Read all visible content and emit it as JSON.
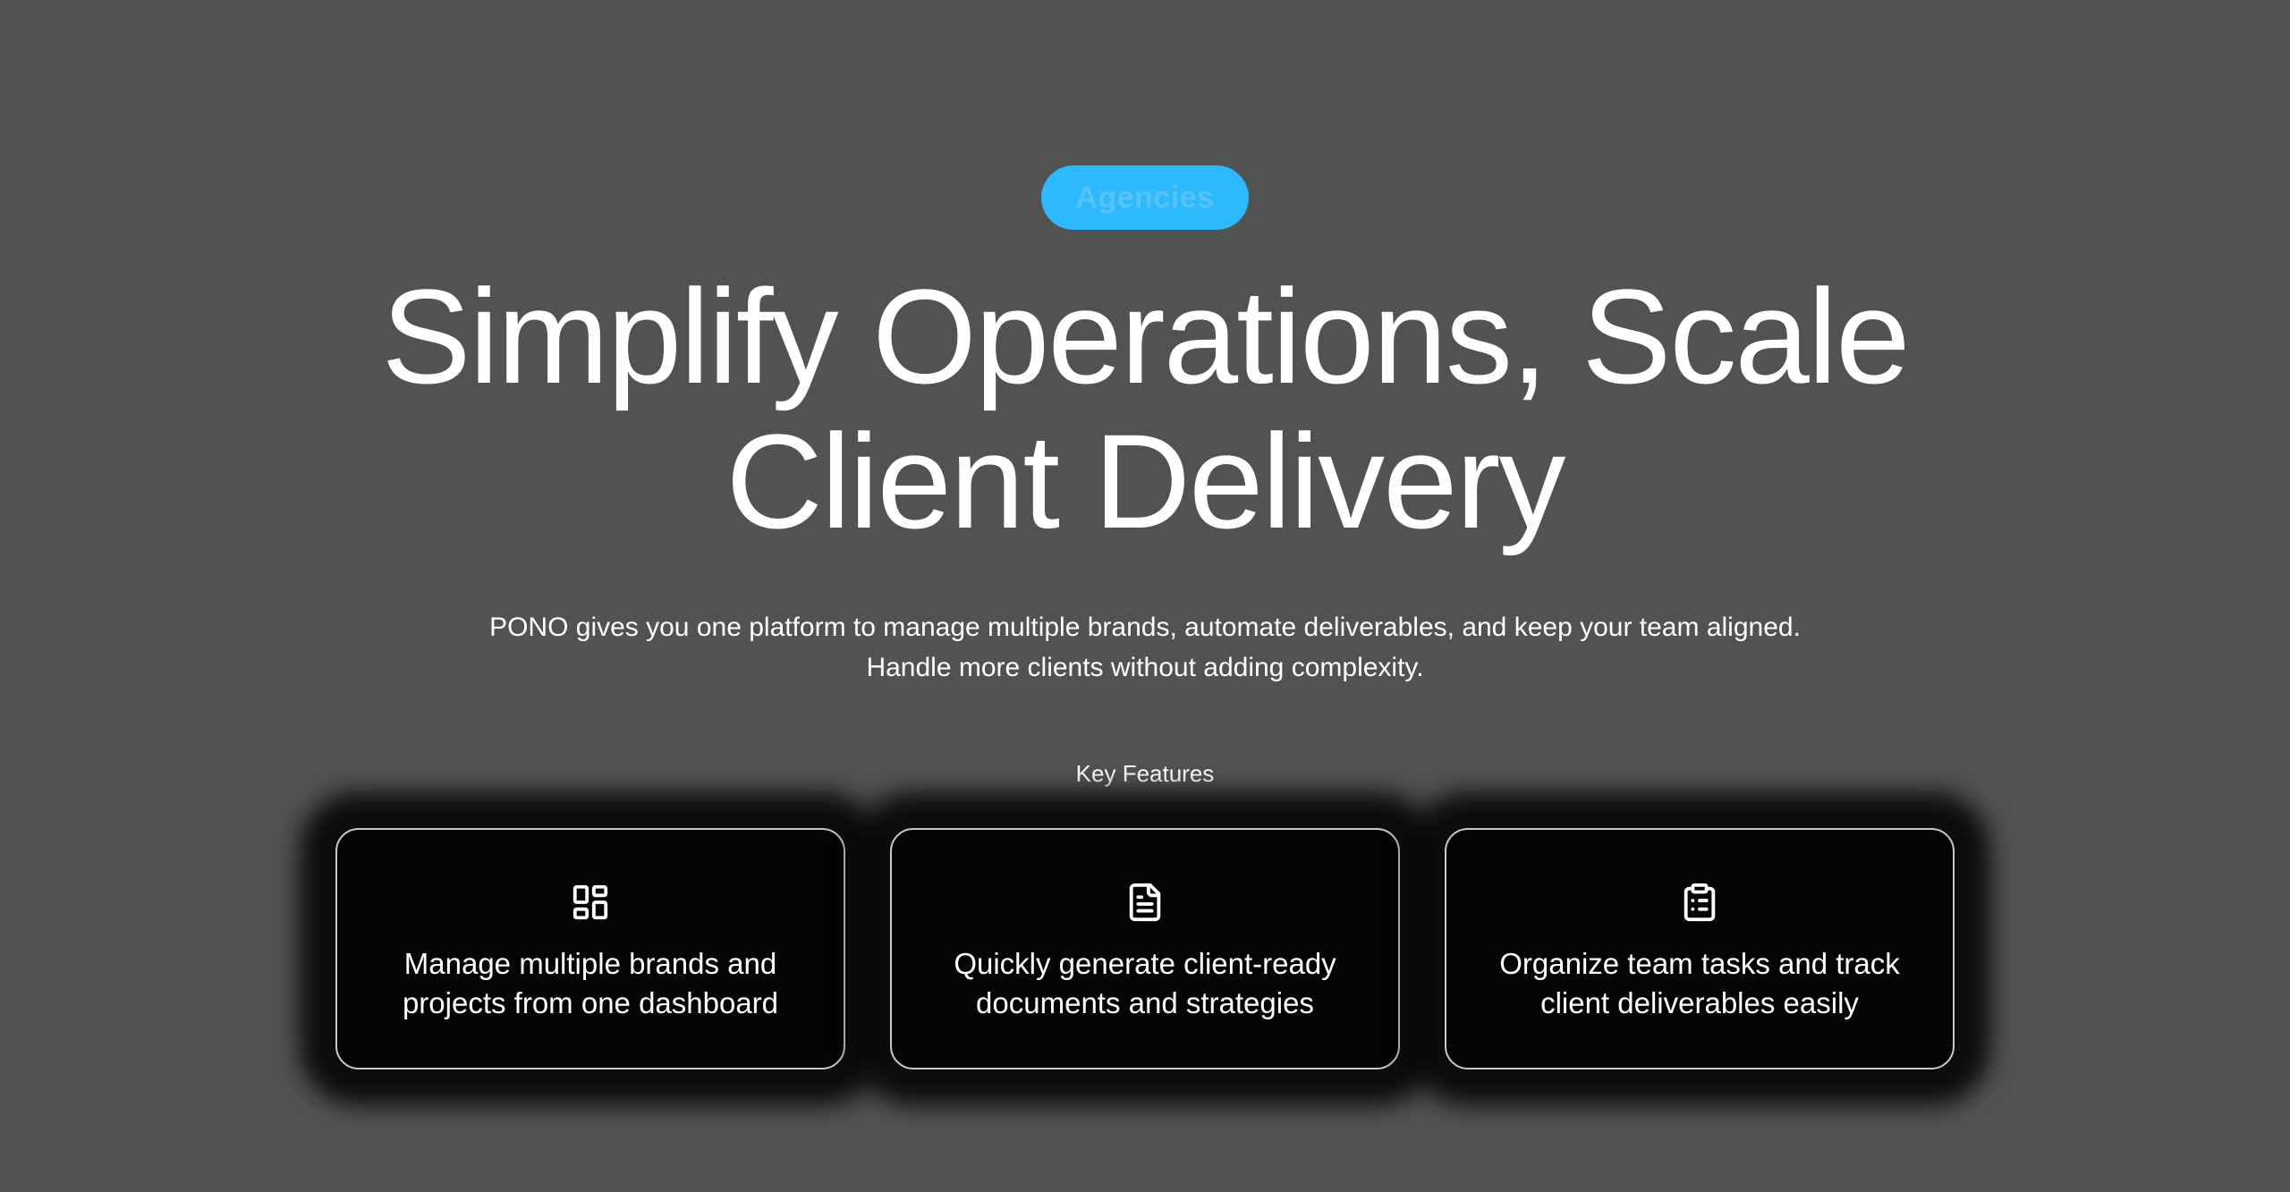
{
  "colors": {
    "page_bg": "#515353",
    "accent": "#2eb8fd",
    "accent_text": "#57c3fb",
    "text": "#ffffff",
    "card_bg": "#040404",
    "card_border": "#c9c9c9"
  },
  "hero": {
    "badge_label": "Agencies",
    "title_line1": "Simplify Operations, Scale",
    "title_line2": "Client Delivery",
    "subtitle_line1": "PONO gives you one platform to manage multiple brands, automate deliverables, and keep your team aligned.",
    "subtitle_line2": "Handle more clients without adding complexity."
  },
  "features": {
    "heading": "Key Features",
    "cards": [
      {
        "icon": "layout-dashboard-icon",
        "text": "Manage multiple brands and projects from one dashboard"
      },
      {
        "icon": "file-text-icon",
        "text": "Quickly generate client-ready documents and strategies"
      },
      {
        "icon": "clipboard-list-icon",
        "text": "Organize team tasks and track client deliverables easily"
      }
    ]
  }
}
